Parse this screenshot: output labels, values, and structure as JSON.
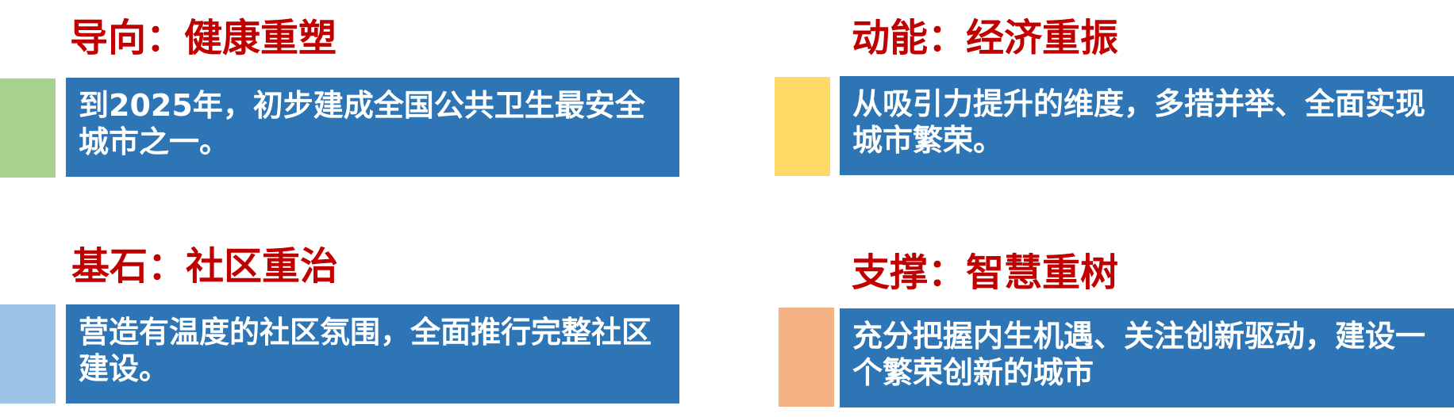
{
  "colors": {
    "title": "#c00000",
    "box": "#2e75b6",
    "text": "#ffffff"
  },
  "cards": [
    {
      "title": "导向：健康重塑",
      "body": "到2025年，初步建成全国公共卫生最安全城市之一。",
      "accent": "#a9d18e"
    },
    {
      "title": "动能：经济重振",
      "body": "从吸引力提升的维度，多措并举、全面实现城市繁荣。",
      "accent": "#ffd966"
    },
    {
      "title": "基石：社区重治",
      "body": "营造有温度的社区氛围，全面推行完整社区建设。",
      "accent": "#9dc3e6"
    },
    {
      "title": "支撑：智慧重树",
      "body": "充分把握内生机遇、关注创新驱动，建设一个繁荣创新的城市",
      "accent": "#f4b183"
    }
  ]
}
